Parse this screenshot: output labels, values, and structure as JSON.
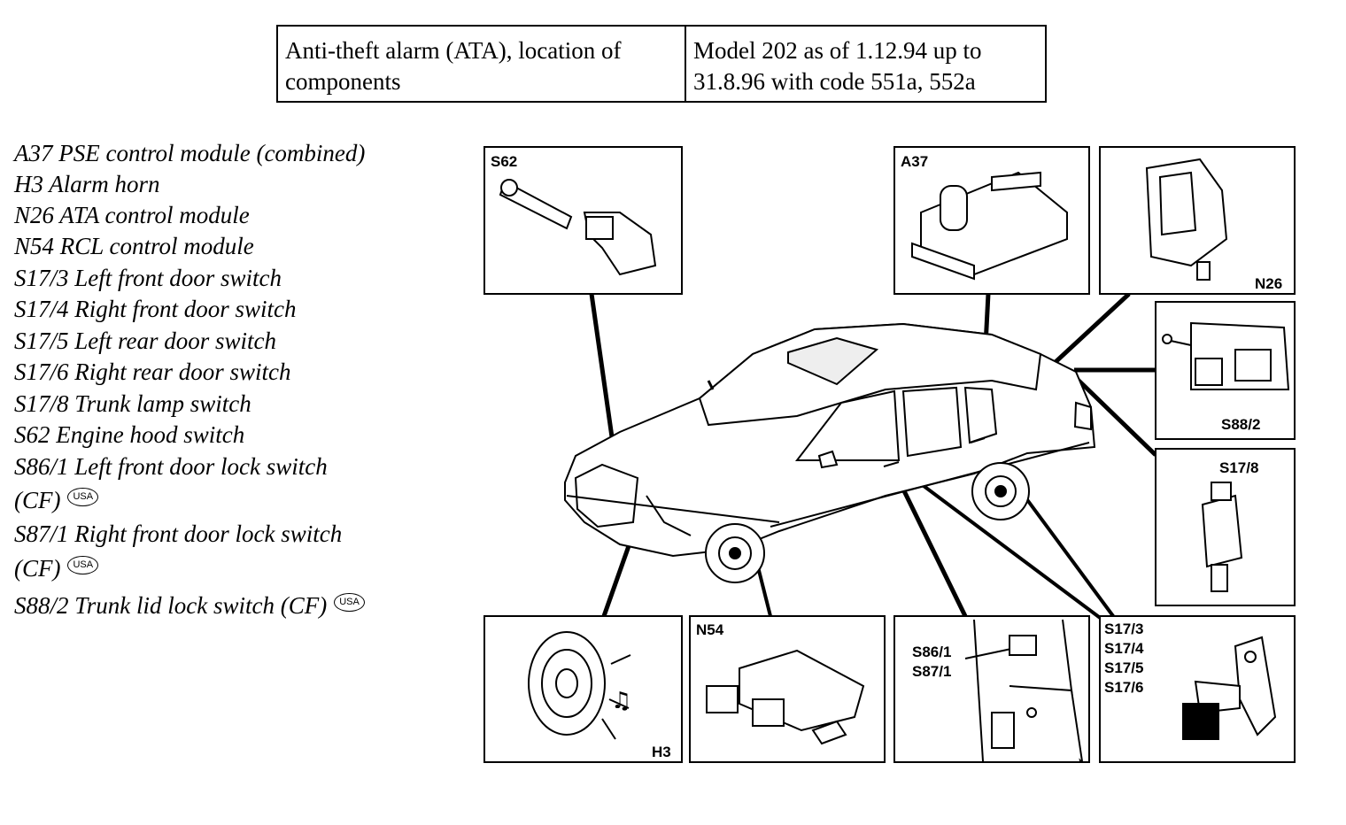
{
  "header": {
    "left": "Anti-theft alarm (ATA), location of components",
    "right": "Model 202 as of 1.12.94 up to 31.8.96 with code 551a, 552a"
  },
  "legend": [
    {
      "text": "A37 PSE control module (combined)"
    },
    {
      "text": "H3 Alarm horn"
    },
    {
      "text": "N26 ATA control module"
    },
    {
      "text": "N54 RCL control module"
    },
    {
      "text": "S17/3 Left front door switch"
    },
    {
      "text": "S17/4 Right front door switch"
    },
    {
      "text": "S17/5 Left rear door switch"
    },
    {
      "text": "S17/6 Right rear door switch"
    },
    {
      "text": "S17/8 Trunk lamp switch"
    },
    {
      "text": "S62 Engine hood switch"
    },
    {
      "text": "S86/1 Left front door lock switch"
    },
    {
      "text": "(CF)",
      "badge": "USA"
    },
    {
      "text": "S87/1 Right front door lock switch"
    },
    {
      "text": "(CF)",
      "badge": "USA"
    },
    {
      "text": "S88/2 Trunk lid lock switch (CF)",
      "badge": "USA"
    }
  ],
  "boxes": {
    "s62": "S62",
    "a37": "A37",
    "n26": "N26",
    "s88_2": "S88/2",
    "s17_8": "S17/8",
    "h3": "H3",
    "n54": "N54",
    "s86_1": "S86/1",
    "s87_1": "S87/1",
    "s17_3": "S17/3",
    "s17_4": "S17/4",
    "s17_5": "S17/5",
    "s17_6": "S17/6"
  }
}
